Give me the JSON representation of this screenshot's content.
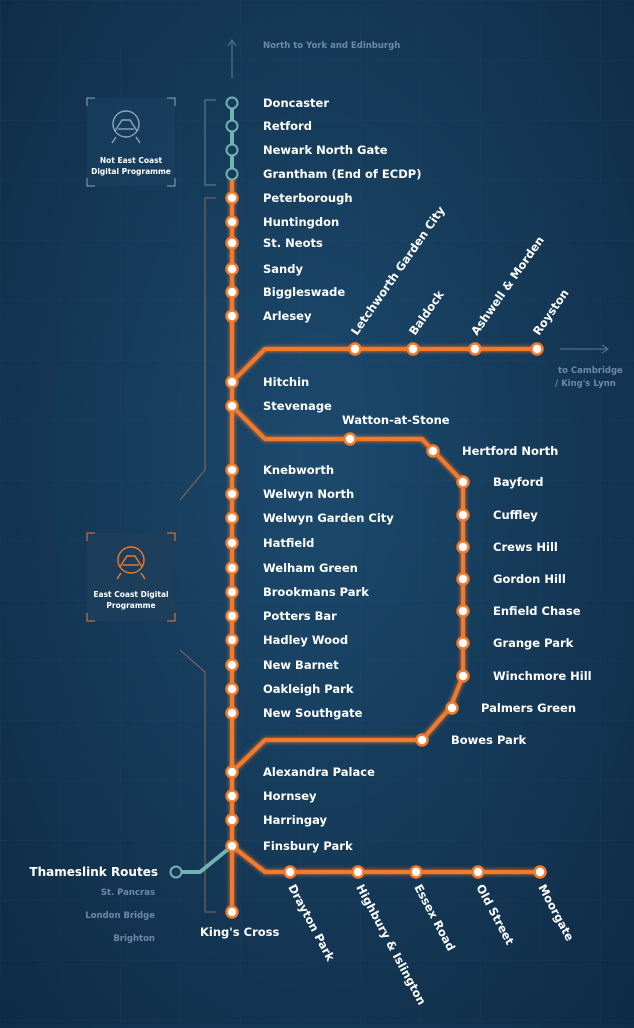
{
  "directions": {
    "north": "North to York and Edinburgh",
    "cambridge_line1": "to Cambridge",
    "cambridge_line2": "/  King's Lynn"
  },
  "legend": {
    "not_ecdp_line1": "Not East Coast",
    "not_ecdp_line2": "Digital Programme",
    "ecdp_line1": "East Coast Digital",
    "ecdp_line2": "Programme"
  },
  "thameslink": {
    "title": "Thameslink Routes",
    "destinations": [
      "St. Pancras",
      "London Bridge",
      "Brighton"
    ]
  },
  "colors": {
    "ecdp": "#f47a2b",
    "not_ecdp": "#6fb3b3",
    "background": "#163b5a"
  },
  "main_line_not_ecdp": [
    "Doncaster",
    "Retford",
    "Newark North Gate",
    "Grantham (End of ECDP)"
  ],
  "main_line_ecdp": [
    "Peterborough",
    "Huntingdon",
    "St. Neots",
    "Sandy",
    "Biggleswade",
    "Arlesey",
    "Hitchin",
    "Stevenage",
    "Knebworth",
    "Welwyn North",
    "Welwyn Garden City",
    "Hatfield",
    "Welham Green",
    "Brookmans Park",
    "Potters Bar",
    "Hadley Wood",
    "New Barnet",
    "Oakleigh Park",
    "New Southgate",
    "Alexandra Palace",
    "Hornsey",
    "Harringay",
    "Finsbury Park",
    "King's Cross"
  ],
  "cambridge_branch": [
    "Letchworth Garden City",
    "Baldock",
    "Ashwell & Morden",
    "Royston"
  ],
  "hertford_loop": [
    "Watton-at-Stone",
    "Hertford North",
    "Bayford",
    "Cuffley",
    "Crews Hill",
    "Gordon Hill",
    "Enfield Chase",
    "Grange Park",
    "Winchmore Hill",
    "Palmers Green",
    "Bowes Park"
  ],
  "moorgate_branch": [
    "Drayton Park",
    "Highbury & Islington",
    "Essex Road",
    "Old Street",
    "Moorgate"
  ]
}
